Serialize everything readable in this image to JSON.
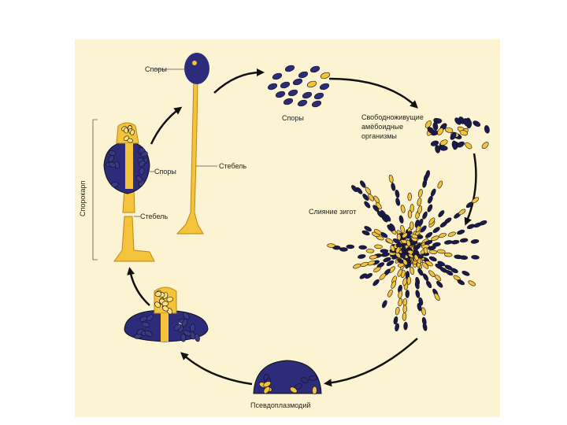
{
  "labels": {
    "spores_top": "Споры",
    "stalk_top": "Стебель",
    "spores_cloud": "Споры",
    "free_living_1": "Свободноживущие",
    "free_living_2": "амёбоидные",
    "free_living_3": "организмы",
    "zygote_fusion": "Слияние зигот",
    "spores_body": "Споры",
    "stalk_body": "Стебель",
    "sporocarp": "Спорокарп",
    "pseudoplasmodium": "Псевдоплазмодий"
  },
  "colors": {
    "background": "#fbf3d2",
    "blue": "#2c2c7a",
    "dark_blue": "#1a1a50",
    "yellow": "#f5c33b",
    "light_yellow": "#fde27a",
    "arrow": "#111111"
  }
}
